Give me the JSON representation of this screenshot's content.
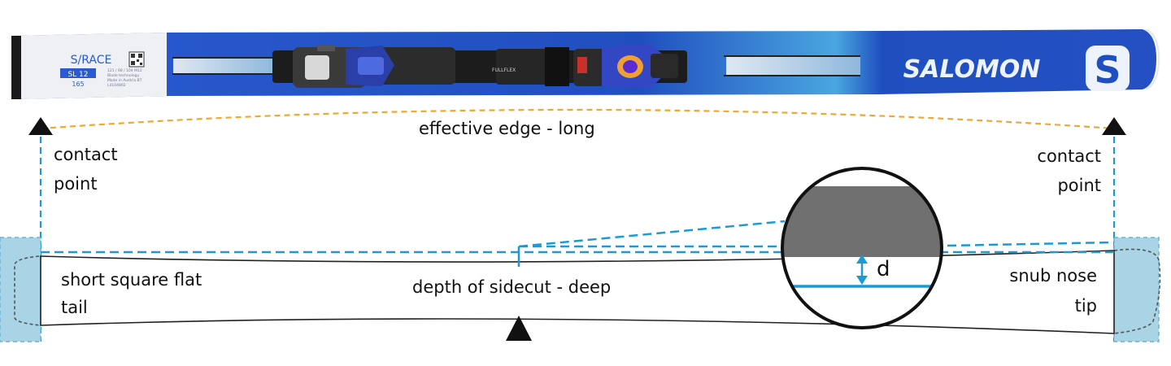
{
  "colors": {
    "ski_blue": "#1f4fbf",
    "ski_light_blue": "#4aa6e0",
    "guide_blue": "#1a9bd8",
    "edge_orange": "#f0a830",
    "tip_tail_fill": "#a8d4e6",
    "base_gray": "#707070"
  },
  "ski": {
    "brand": "SALOMON",
    "brand_mark": "S",
    "model": "S/RACE",
    "model_sub": "SL 12",
    "length": "165",
    "binding_label": "FULLFLEX",
    "fine_print": [
      "121 / 68 / 104 M12",
      "Blade technology",
      "Made in Austria  BT",
      "L4104802"
    ]
  },
  "labels": {
    "effective_edge": "effective edge - long",
    "contact_left_1": "contact",
    "contact_left_2": "point",
    "contact_right_1": "contact",
    "contact_right_2": "point",
    "tail_1": "short square flat",
    "tail_2": "tail",
    "sidecut": "depth of sidecut - deep",
    "tip_1": "snub nose",
    "tip_2": "tip",
    "depth_symbol": "d"
  }
}
